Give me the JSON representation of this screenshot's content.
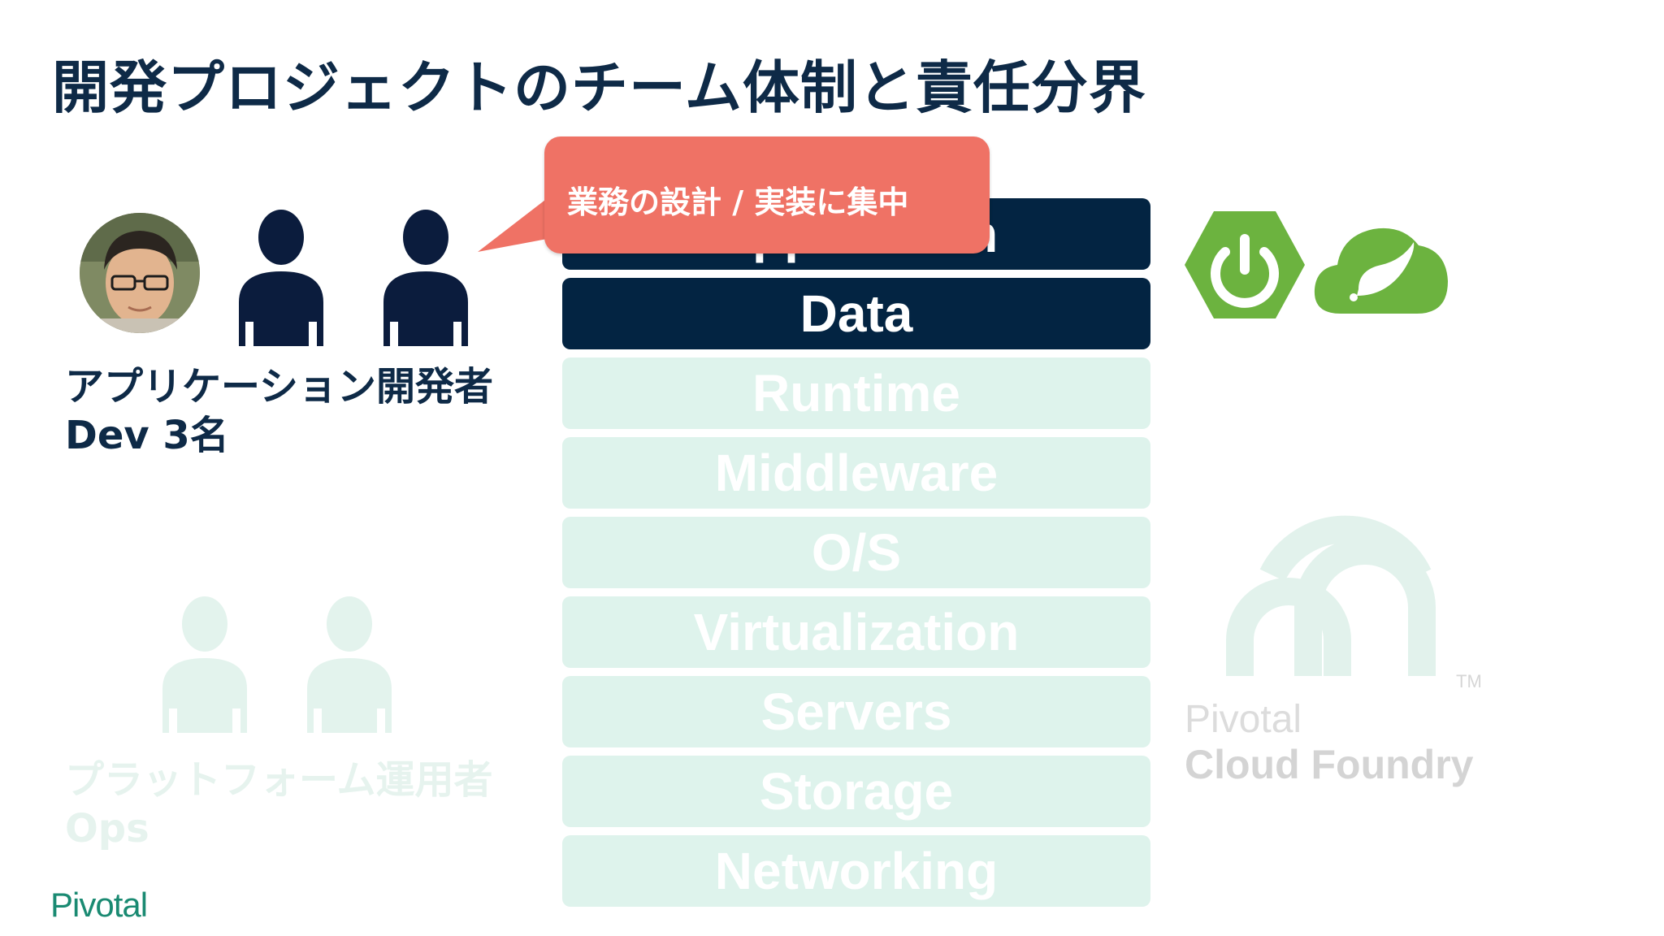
{
  "title": "開発プロジェクトのチーム体制と責任分界",
  "dev_group": {
    "line1": "アプリケーション開発者",
    "line2": "Dev 3名"
  },
  "ops_group": {
    "line1": "プラットフォーム運用者",
    "line2": "Ops"
  },
  "callout": "業務の設計 / 実装に集中",
  "stack_layers": [
    {
      "label": "Application",
      "state": "active"
    },
    {
      "label": "Data",
      "state": "active"
    },
    {
      "label": "Runtime",
      "state": "inactive"
    },
    {
      "label": "Middleware",
      "state": "inactive"
    },
    {
      "label": "O/S",
      "state": "inactive"
    },
    {
      "label": "Virtualization",
      "state": "inactive"
    },
    {
      "label": "Servers",
      "state": "inactive"
    },
    {
      "label": "Storage",
      "state": "inactive"
    },
    {
      "label": "Networking",
      "state": "inactive"
    }
  ],
  "cloud_foundry": {
    "line1": "Pivotal",
    "line2": "Cloud Foundry",
    "tm": "TM"
  },
  "brand": "Pivotal",
  "icons": [
    "person-photo",
    "person-icon",
    "spring-boot-icon",
    "spring-leaf-icon",
    "cloud-foundry-logo"
  ],
  "colors": {
    "navy": "#032442",
    "title": "#0e2a47",
    "callout": "#ef7265",
    "faded_layer": "#def3ec",
    "faded_person": "#e3f3ed",
    "spring_green": "#6cb33f",
    "brand_green": "#1a8a72"
  }
}
